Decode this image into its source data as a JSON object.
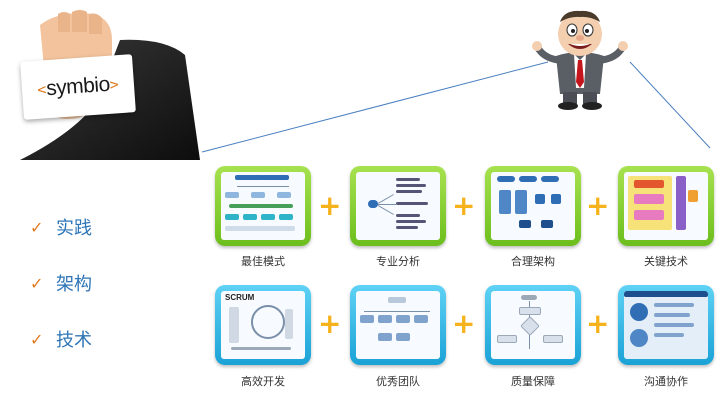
{
  "card": {
    "open_bracket": "<",
    "brand": "symbio",
    "close_bracket": ">"
  },
  "checklist": [
    {
      "mark": "✓",
      "label": "实践"
    },
    {
      "mark": "✓",
      "label": "架构"
    },
    {
      "mark": "✓",
      "label": "技术"
    }
  ],
  "tiles": {
    "row1": [
      {
        "label": "最佳模式"
      },
      {
        "label": "专业分析"
      },
      {
        "label": "合理架构"
      },
      {
        "label": "关键技术"
      }
    ],
    "row2": [
      {
        "label": "高效开发",
        "inner_title": "SCRUM"
      },
      {
        "label": "优秀团队"
      },
      {
        "label": "质量保障"
      },
      {
        "label": "沟通协作"
      }
    ]
  },
  "plus_symbol": "+",
  "colors": {
    "green": "#6cbe1d",
    "blue": "#1aa2d6",
    "plus": "#f5b21b",
    "check": "#e07b1e",
    "text_blue": "#2e75b6"
  }
}
